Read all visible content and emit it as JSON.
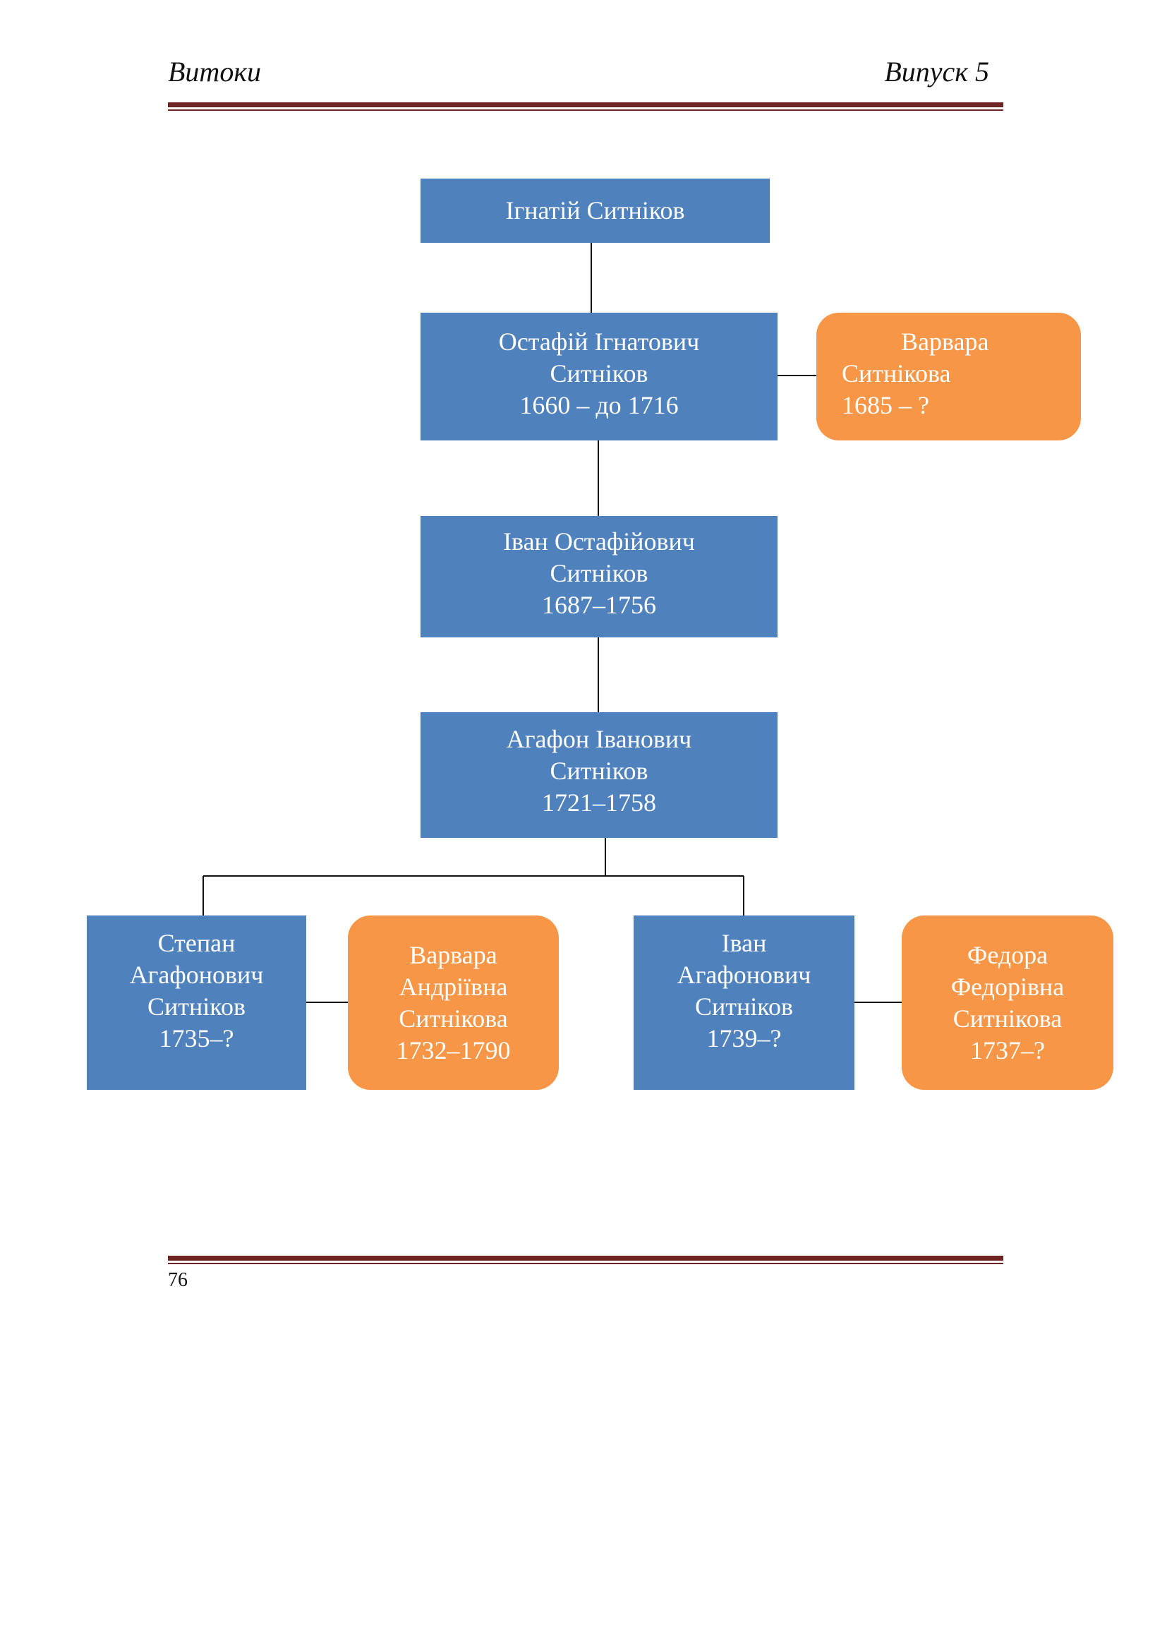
{
  "header": {
    "left": "Витоки",
    "right": "Випуск 5"
  },
  "footer": {
    "page_number": "76"
  },
  "colors": {
    "person": "#4f81bd",
    "spouse": "#f79646",
    "rule": "#6e2422"
  },
  "tree": {
    "ignatiy": {
      "lines": [
        "Ігнатій Ситніков"
      ]
    },
    "ostafiy": {
      "lines": [
        "Остафій Ігнатович",
        "Ситніков",
        "1660 – до 1716"
      ]
    },
    "varvara1": {
      "lines": [
        "Варвара",
        "Ситнікова",
        "1685 – ?"
      ]
    },
    "ivan1": {
      "lines": [
        "Іван Остафійович",
        "Ситніков",
        "1687–1756"
      ]
    },
    "agafon": {
      "lines": [
        "Агафон Іванович",
        "Ситніков",
        "1721–1758"
      ]
    },
    "stepan": {
      "lines": [
        "Степан",
        "Агафонович",
        "Ситніков",
        "1735–?"
      ]
    },
    "varvara2": {
      "lines": [
        "Варвара",
        "Андріївна",
        "Ситнікова",
        "1732–1790"
      ]
    },
    "ivan2": {
      "lines": [
        "Іван",
        "Агафонович",
        "Ситніков",
        "1739–?"
      ]
    },
    "fedora": {
      "lines": [
        "Федора",
        "Федорівна",
        "Ситнікова",
        "1737–?"
      ]
    }
  }
}
